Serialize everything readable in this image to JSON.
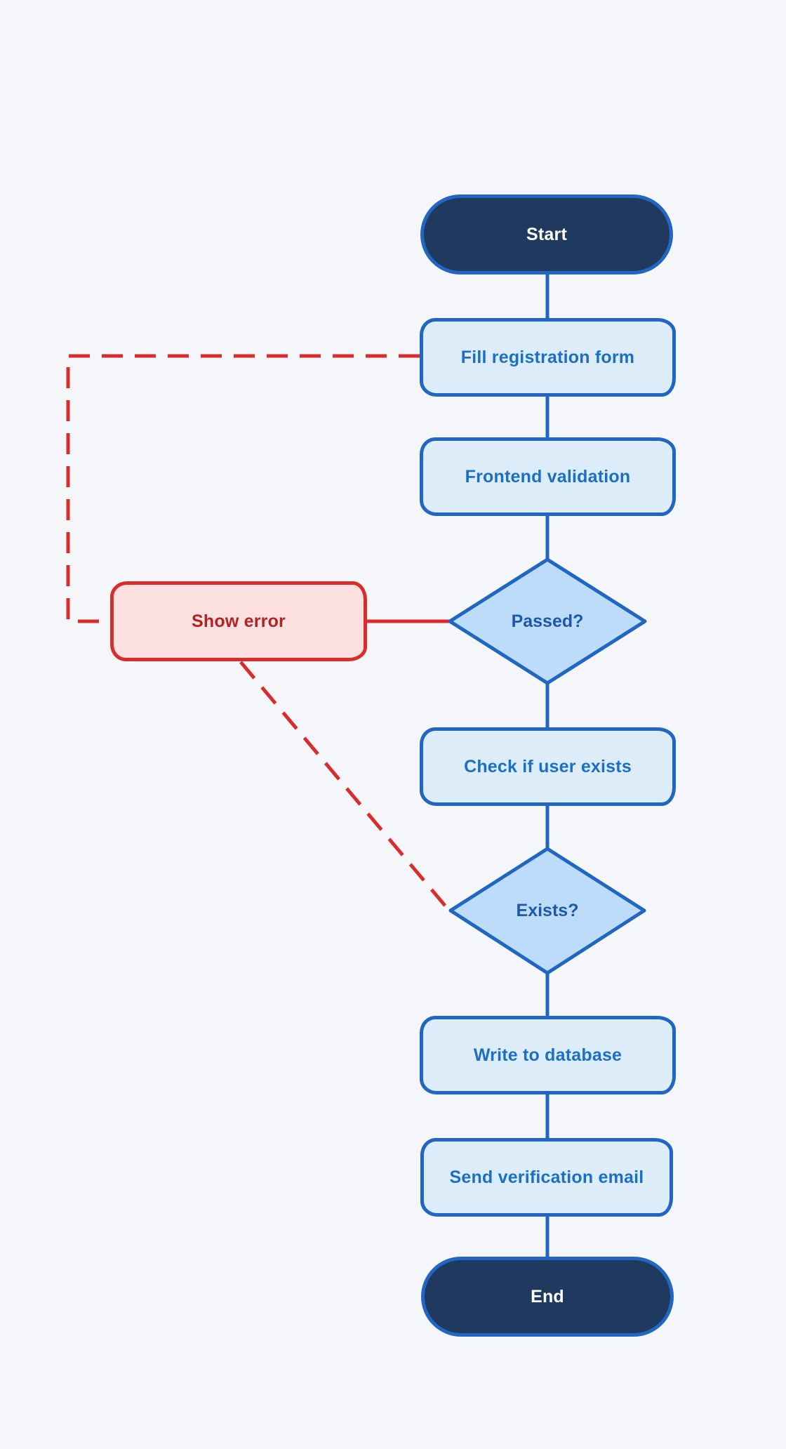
{
  "colors": {
    "background": "#f4f6fa",
    "blue_border": "#2166c2",
    "process_fill": "#ddecf9",
    "process_text": "#1b70c6",
    "diamond_fill": "#bddcf9",
    "diamond_text": "#1d58ac",
    "terminal_fill": "#1f3a5e",
    "terminal_text": "#ffffff",
    "red": "#d92d2d",
    "error_fill": "#fde1e1",
    "error_text": "#b22323"
  },
  "nodes": [
    {
      "id": "start",
      "type": "terminator",
      "label": "Start"
    },
    {
      "id": "fill-registration-form",
      "type": "process",
      "label": "Fill registration form"
    },
    {
      "id": "frontend-validation",
      "type": "process",
      "label": "Frontend validation"
    },
    {
      "id": "passed",
      "type": "decision",
      "label": "Passed?"
    },
    {
      "id": "show-error",
      "type": "error",
      "label": "Show error"
    },
    {
      "id": "check-if-user-exists",
      "type": "process",
      "label": "Check if user exists"
    },
    {
      "id": "exists",
      "type": "decision",
      "label": "Exists?"
    },
    {
      "id": "write-to-database",
      "type": "process",
      "label": "Write to database"
    },
    {
      "id": "send-verification-email",
      "type": "process",
      "label": "Send verification email"
    },
    {
      "id": "end",
      "type": "terminator",
      "label": "End"
    }
  ],
  "edges": [
    {
      "from": "start",
      "to": "fill-registration-form",
      "style": "solid",
      "color": "blue"
    },
    {
      "from": "fill-registration-form",
      "to": "frontend-validation",
      "style": "solid",
      "color": "blue"
    },
    {
      "from": "frontend-validation",
      "to": "passed",
      "style": "solid",
      "color": "blue"
    },
    {
      "from": "passed",
      "to": "check-if-user-exists",
      "style": "solid",
      "color": "blue"
    },
    {
      "from": "check-if-user-exists",
      "to": "exists",
      "style": "solid",
      "color": "blue"
    },
    {
      "from": "exists",
      "to": "write-to-database",
      "style": "solid",
      "color": "blue"
    },
    {
      "from": "write-to-database",
      "to": "send-verification-email",
      "style": "solid",
      "color": "blue"
    },
    {
      "from": "send-verification-email",
      "to": "end",
      "style": "solid",
      "color": "blue"
    },
    {
      "from": "passed",
      "to": "show-error",
      "style": "solid",
      "color": "red"
    },
    {
      "from": "show-error",
      "to": "fill-registration-form",
      "style": "dashed",
      "color": "red"
    },
    {
      "from": "exists",
      "to": "show-error",
      "style": "dashed",
      "color": "red"
    }
  ]
}
